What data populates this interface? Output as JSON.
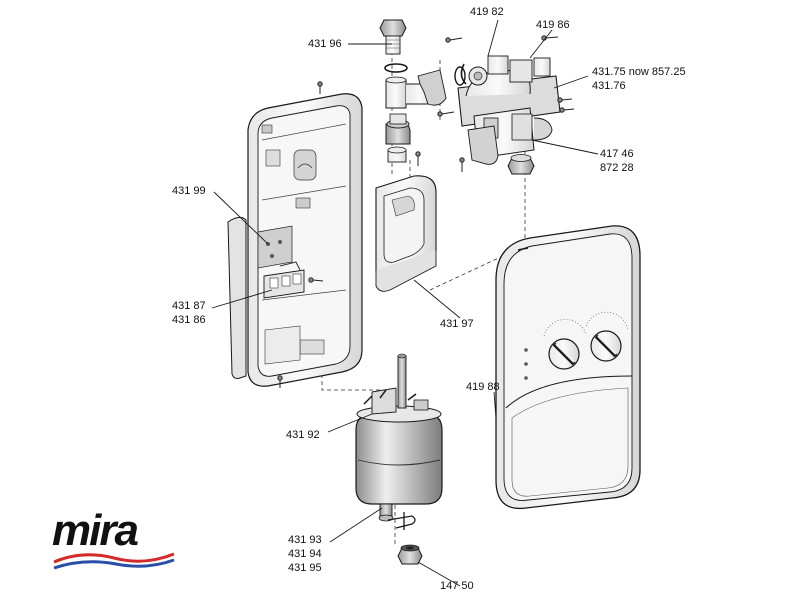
{
  "brand": {
    "logo_text": "mira",
    "wave_red": "#d42a2a",
    "wave_blue": "#2a4fa8"
  },
  "labels": {
    "l_419_82": "419 82",
    "l_419_86": "419 86",
    "l_431_96": "431 96",
    "l_431_75": "431.75 now 857.25",
    "l_431_76": "431.76",
    "l_417_46": "417 46",
    "l_872_28": "872 28",
    "l_431_99": "431 99",
    "l_431_87": "431 87",
    "l_431_86": "431 86",
    "l_431_97": "431 97",
    "l_419_88": "419 88",
    "l_431_92": "431 92",
    "l_431_93": "431 93",
    "l_431_94": "431 94",
    "l_431_95": "431 95",
    "l_147_50": "147 50"
  },
  "colors": {
    "line": "#1a1a1a",
    "fill_light": "#f2f2f2",
    "fill_mid": "#d9d9d9",
    "fill_dark": "#b5b5b5"
  }
}
